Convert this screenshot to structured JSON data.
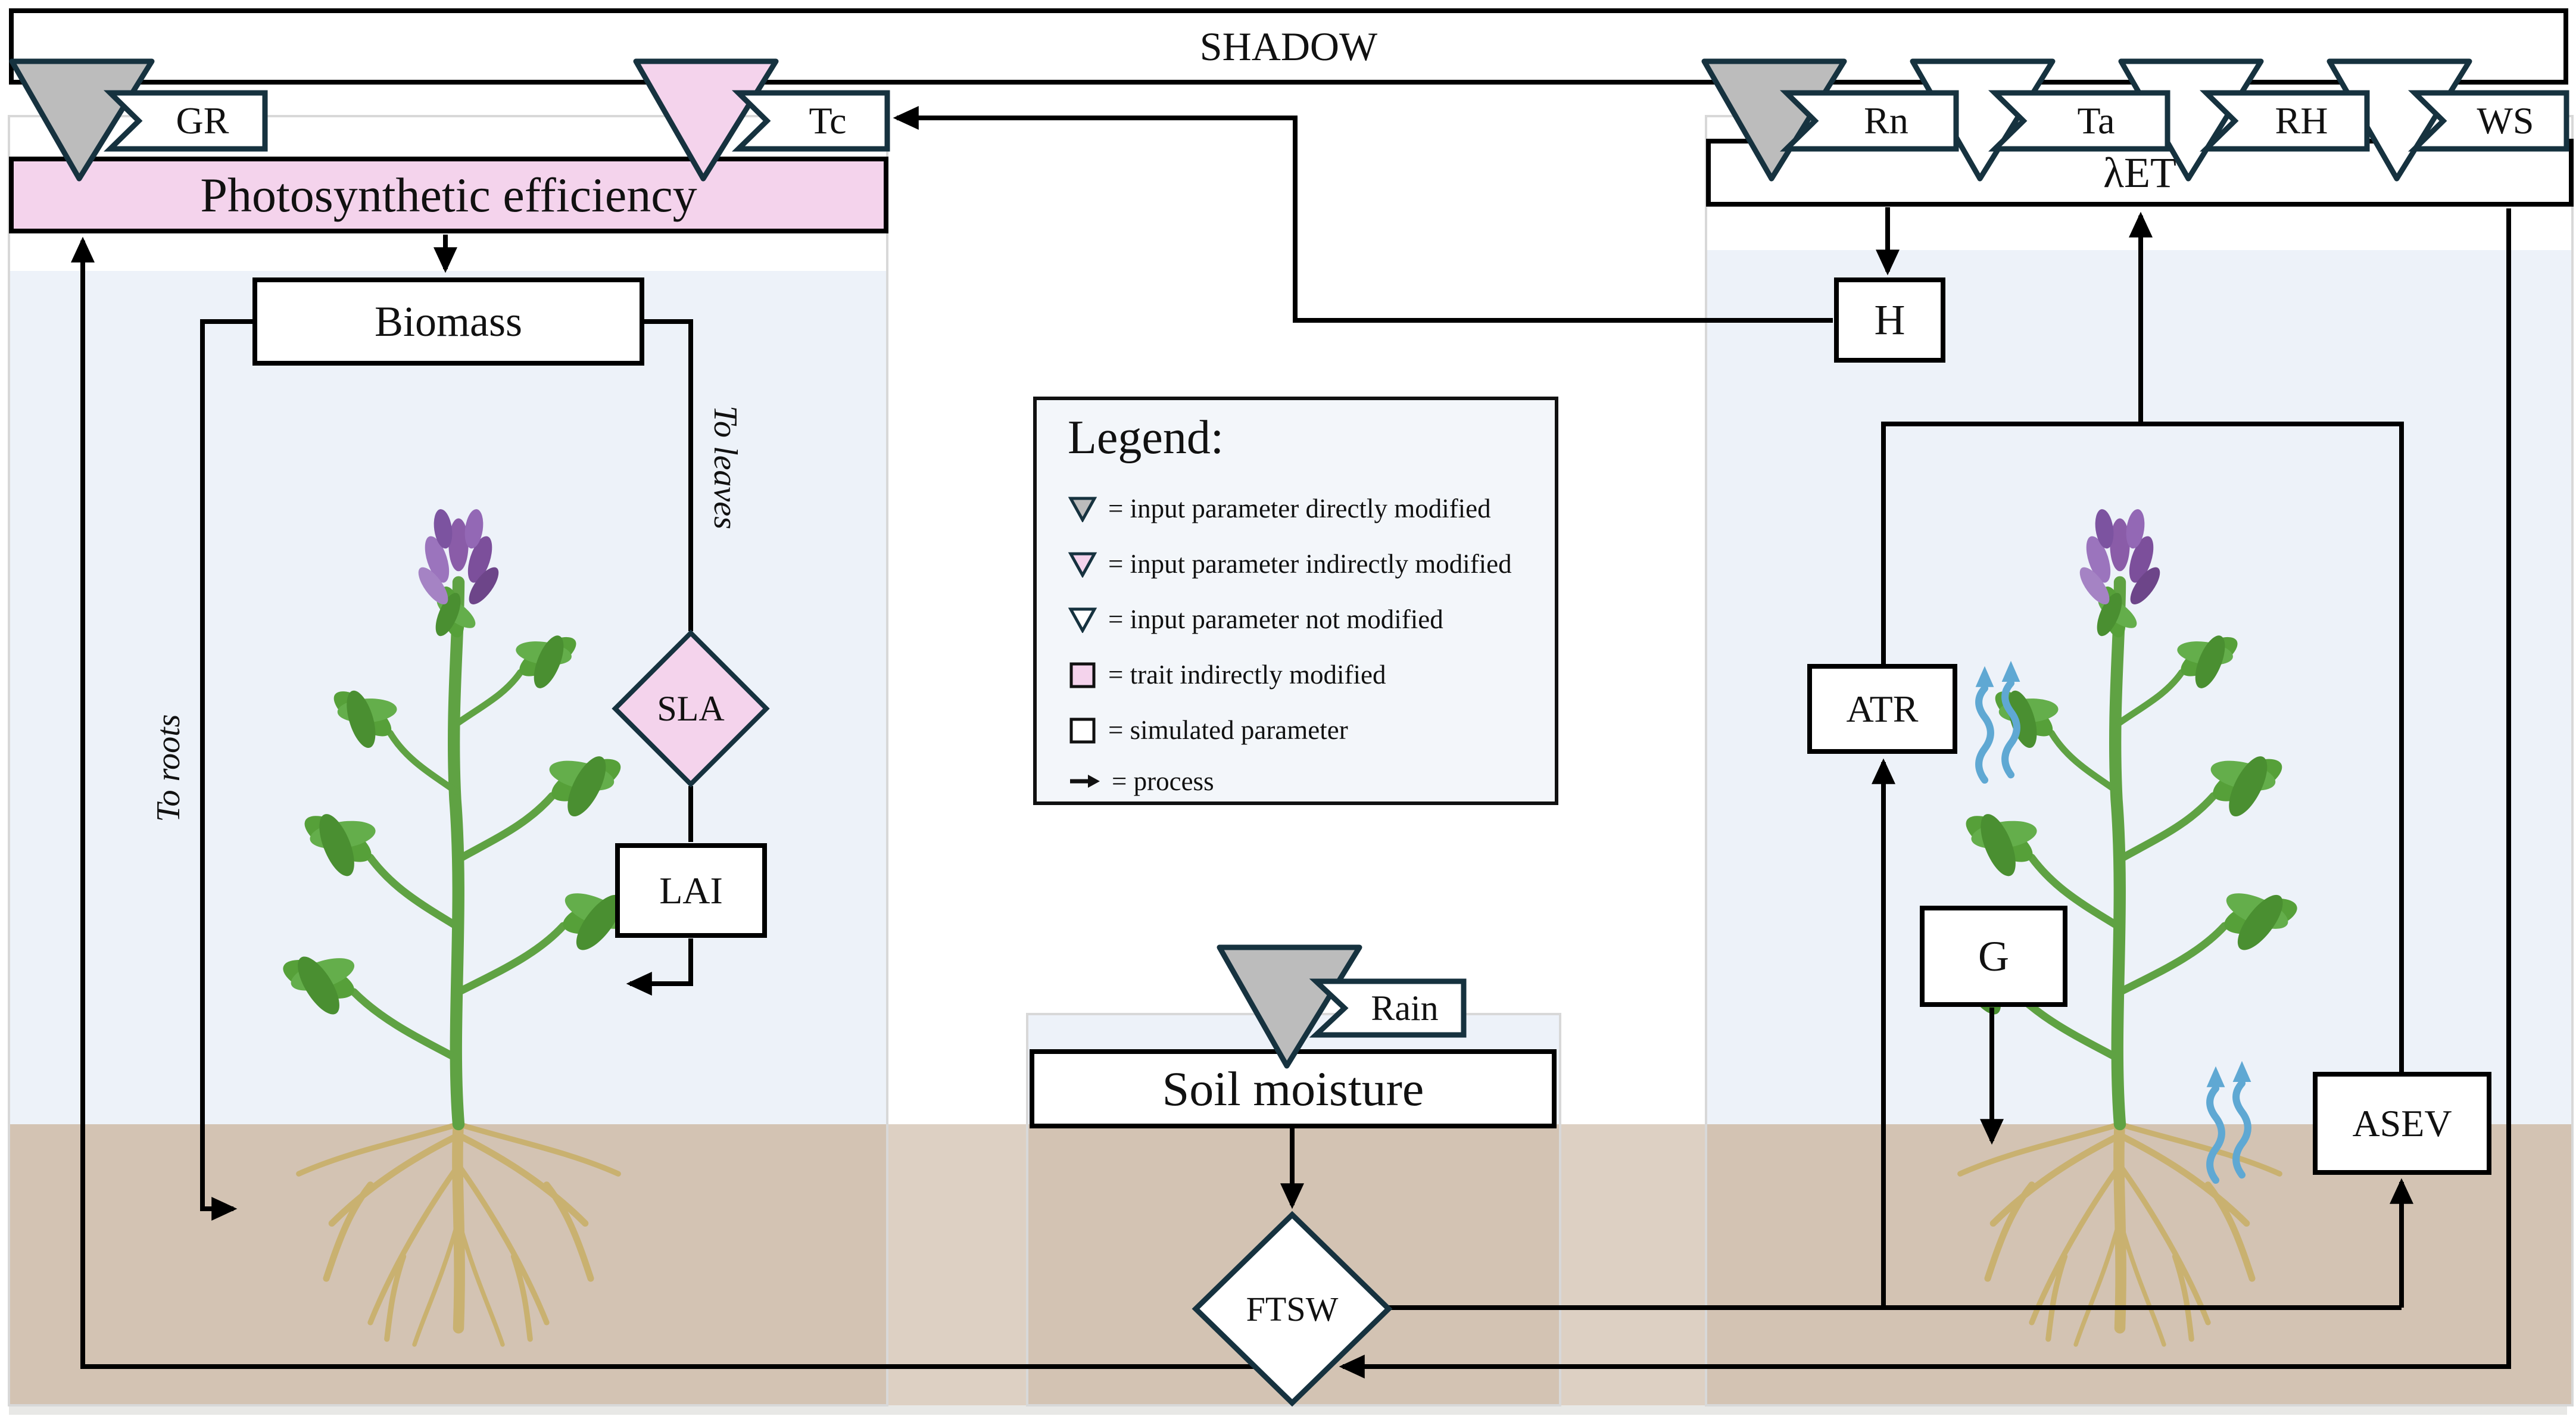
{
  "banner": {
    "title": "SHADOW"
  },
  "inputs": {
    "gr": {
      "label": "GR",
      "type": "input parameter directly modified"
    },
    "tc": {
      "label": "Tc",
      "type": "input parameter indirectly modified"
    },
    "rn": {
      "label": "Rn",
      "type": "input parameter directly modified"
    },
    "ta": {
      "label": "Ta",
      "type": "input parameter not modified"
    },
    "rh": {
      "label": "RH",
      "type": "input parameter not modified"
    },
    "ws": {
      "label": "WS",
      "type": "input parameter not modified"
    },
    "rain": {
      "label": "Rain",
      "type": "input parameter directly modified"
    }
  },
  "nodes": {
    "photosynthetic_efficiency": "Photosynthetic efficiency",
    "biomass": "Biomass",
    "sla": "SLA",
    "lai": "LAI",
    "lambda_et": "λET",
    "h": "H",
    "atr": "ATR",
    "g": "G",
    "asev": "ASEV",
    "soil_moisture": "Soil moisture",
    "ftsw": "FTSW"
  },
  "flow_labels": {
    "to_leaves": "To leaves",
    "to_roots": "To roots"
  },
  "legend": {
    "title": "Legend:",
    "items": [
      {
        "icon": "triangle-gray",
        "label": "= input parameter directly modified"
      },
      {
        "icon": "triangle-pink",
        "label": "= input parameter indirectly modified"
      },
      {
        "icon": "triangle-white",
        "label": "= input parameter not modified"
      },
      {
        "icon": "square-pink",
        "label": "= trait indirectly modified"
      },
      {
        "icon": "square-white",
        "label": "= simulated parameter"
      },
      {
        "icon": "arrow",
        "label": "= process"
      }
    ]
  },
  "colors": {
    "direct_gray": "#bcbcbc",
    "indirect_pink": "#f4d3ec",
    "outline_navy": "#16323f",
    "soil_tan": "#d3c3b3",
    "soil_gap_tan": "#ddd0c3",
    "sky_blue": "#edf2f9",
    "evaporation_blue": "#5fa8d3"
  }
}
